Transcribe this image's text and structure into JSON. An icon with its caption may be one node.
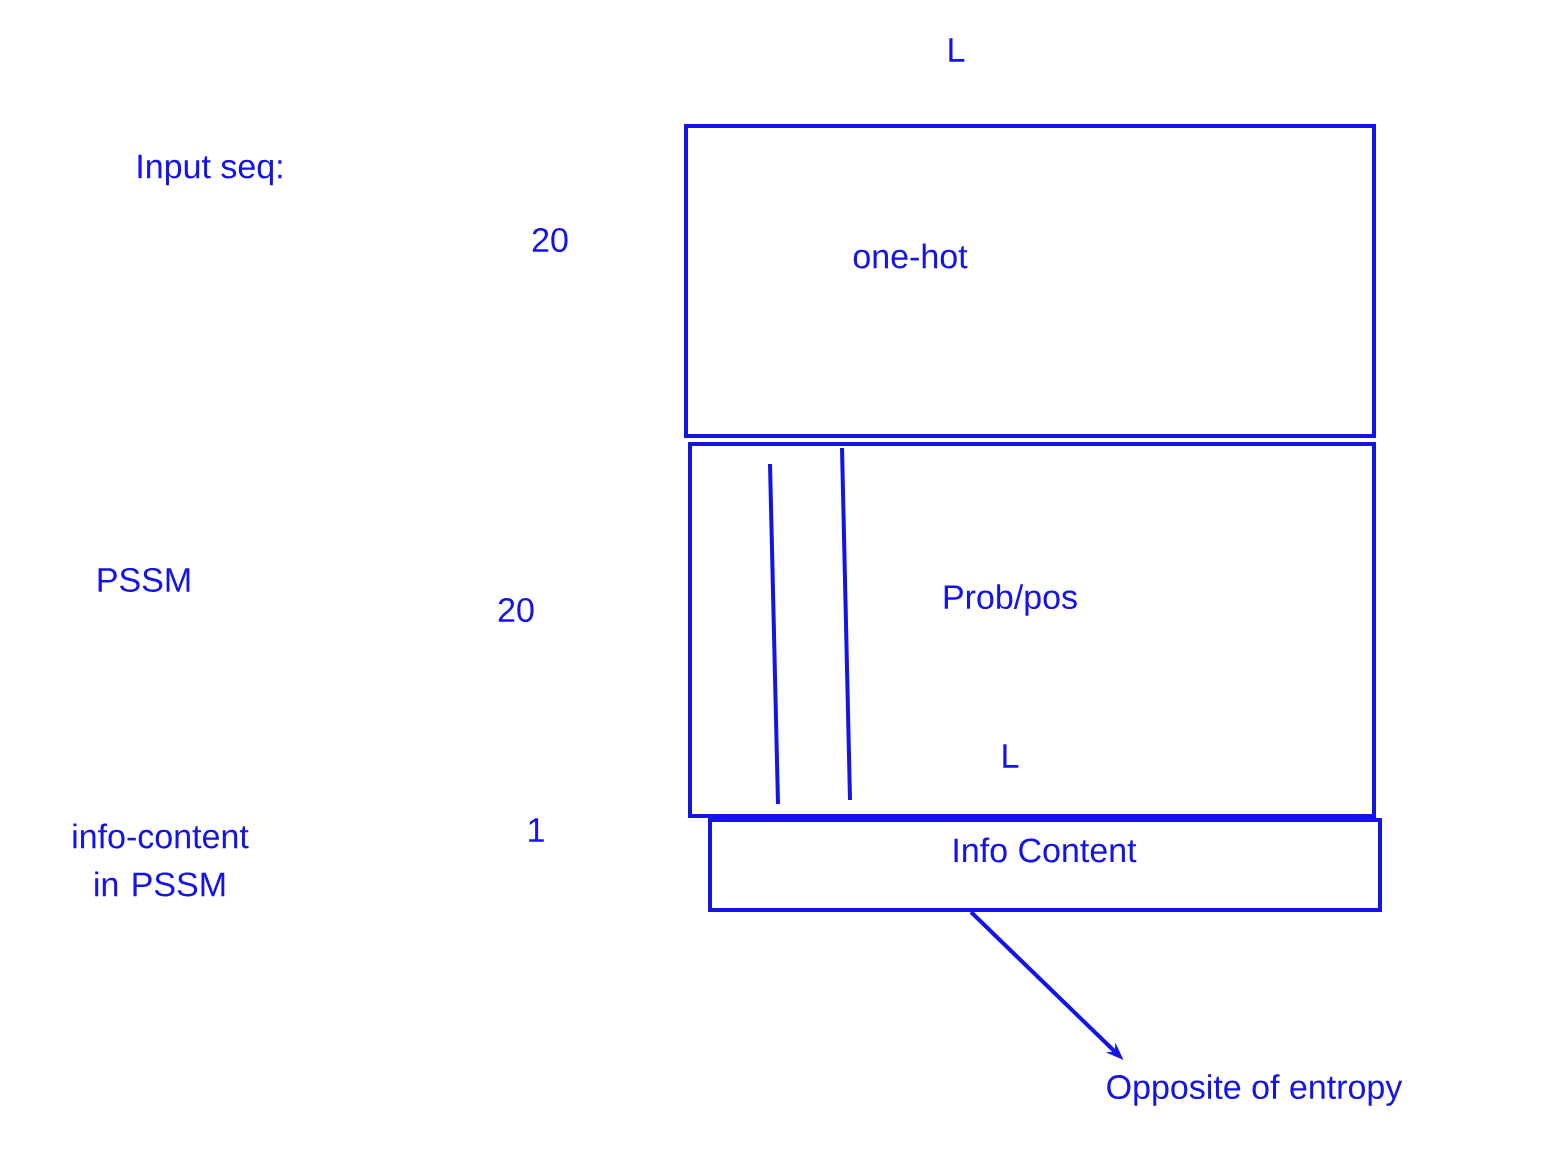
{
  "diagram": {
    "nodes": [
      {
        "text": [
          "one-hot"
        ]
      },
      {
        "text": [
          "Prob/pos"
        ]
      },
      {
        "text": [
          "Info Content"
        ]
      },
      {
        "text": [
          "Opposite of entropy"
        ]
      }
    ],
    "edges": [
      {
        "from": 2,
        "to": 3,
        "arrow": "to"
      }
    ],
    "labels": [
      "L",
      "Input seq:",
      "20",
      "PSSM",
      "20",
      "L",
      "info-content in PSSM",
      "1"
    ]
  }
}
